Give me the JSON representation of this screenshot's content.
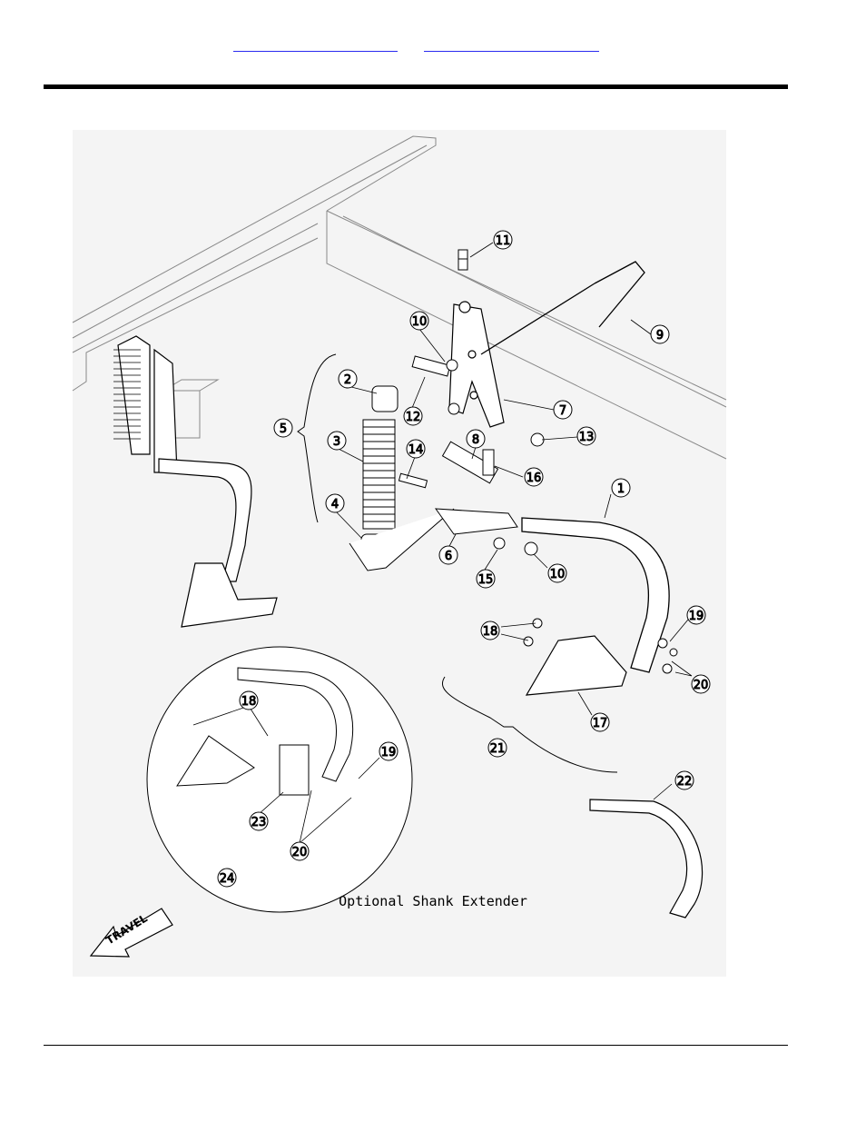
{
  "header": {
    "links": [
      {
        "label": ""
      },
      {
        "label": ""
      }
    ]
  },
  "figure": {
    "callouts": [
      "1",
      "2",
      "3",
      "4",
      "5",
      "6",
      "7",
      "8",
      "9",
      "10",
      "10",
      "11",
      "12",
      "13",
      "14",
      "15",
      "16",
      "17",
      "18",
      "18",
      "19",
      "19",
      "20",
      "20",
      "21",
      "22",
      "23",
      "24"
    ],
    "inset_caption": "Optional Shank Extender",
    "travel_label": "TRAVEL"
  }
}
